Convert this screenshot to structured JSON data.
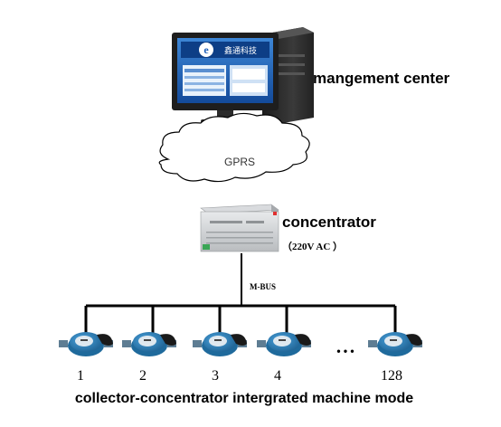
{
  "management": {
    "label": "mangement center",
    "screen_text": "鑫通科技"
  },
  "network": {
    "label": "GPRS"
  },
  "concentrator": {
    "label": "concentrator",
    "spec": "（220V AC ）"
  },
  "bus": {
    "label": "M-BUS"
  },
  "meters": {
    "labels": [
      "1",
      "2",
      "3",
      "4",
      "128"
    ],
    "ellipsis": "• • •"
  },
  "caption": "collector-concentrator intergrated machine mode",
  "colors": {
    "line": "#000000",
    "meter_body": "#2a7fb8",
    "meter_dark": "#1a1a1a",
    "screen_blue": "#1f5fb8",
    "computer_dark": "#2b2b2b"
  }
}
